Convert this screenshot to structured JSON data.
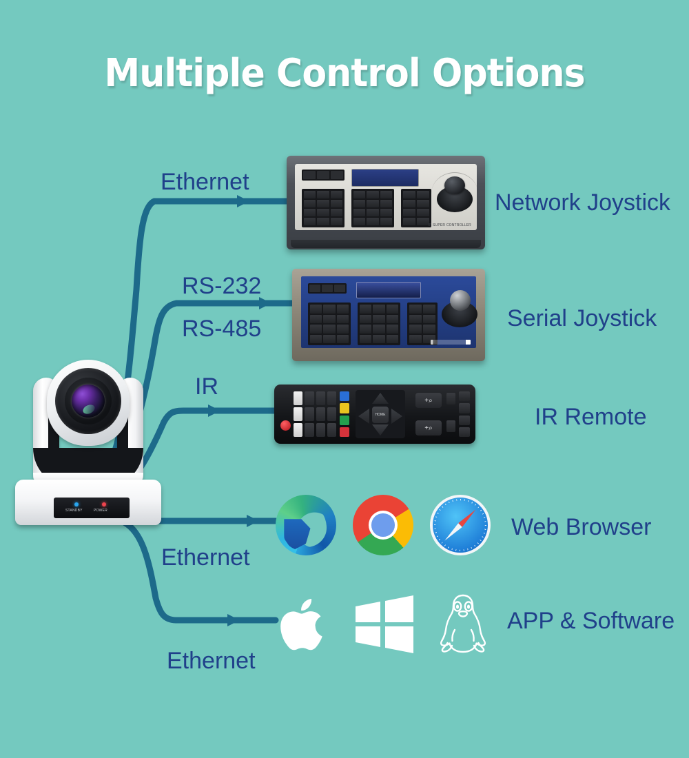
{
  "page": {
    "title": "Multiple Control Options",
    "background_color": "#74c9bf",
    "label_color": "#20408a",
    "wire_color": "#1d6a8a",
    "title_color": "#ffffff"
  },
  "connections": [
    {
      "id": "net-joystick",
      "bus_label": "Ethernet",
      "target_label": "Network Joystick"
    },
    {
      "id": "serial-joystick",
      "bus_label": "RS-232",
      "bus_label_2": "RS-485",
      "target_label": "Serial Joystick"
    },
    {
      "id": "ir-remote",
      "bus_label": "IR",
      "target_label": "IR Remote"
    },
    {
      "id": "web-browser",
      "bus_label": "Ethernet",
      "target_label": "Web Browser"
    },
    {
      "id": "app-software",
      "bus_label": "Ethernet",
      "target_label": "APP & Software"
    }
  ],
  "camera": {
    "name": "ptz-camera",
    "indicators": [
      {
        "label": "STANDBY",
        "color": "#2aa6ef"
      },
      {
        "label": "POWER",
        "color": "#f0444e"
      }
    ]
  },
  "network_joystick": {
    "name": "ip-super-controller",
    "brand_text": "IP SUPER CONTROLLER",
    "display_color": "#2b3f86"
  },
  "serial_joystick": {
    "name": "serial-controller",
    "faceplate_color": "#2b4a9a"
  },
  "ir_remote": {
    "name": "ir-remote-control",
    "home_key": "HOME",
    "color_keys": [
      "#2a6fd6",
      "#e8c420",
      "#23a14e",
      "#d5333b"
    ],
    "power_key_color": "#b2151c"
  },
  "browsers": [
    {
      "name": "microsoft-edge-icon",
      "label": "Microsoft Edge"
    },
    {
      "name": "google-chrome-icon",
      "label": "Google Chrome"
    },
    {
      "name": "safari-icon",
      "label": "Safari"
    }
  ],
  "platforms": [
    {
      "name": "apple-logo-icon",
      "label": "Apple"
    },
    {
      "name": "windows-logo-icon",
      "label": "Windows"
    },
    {
      "name": "linux-tux-icon",
      "label": "Linux"
    }
  ]
}
